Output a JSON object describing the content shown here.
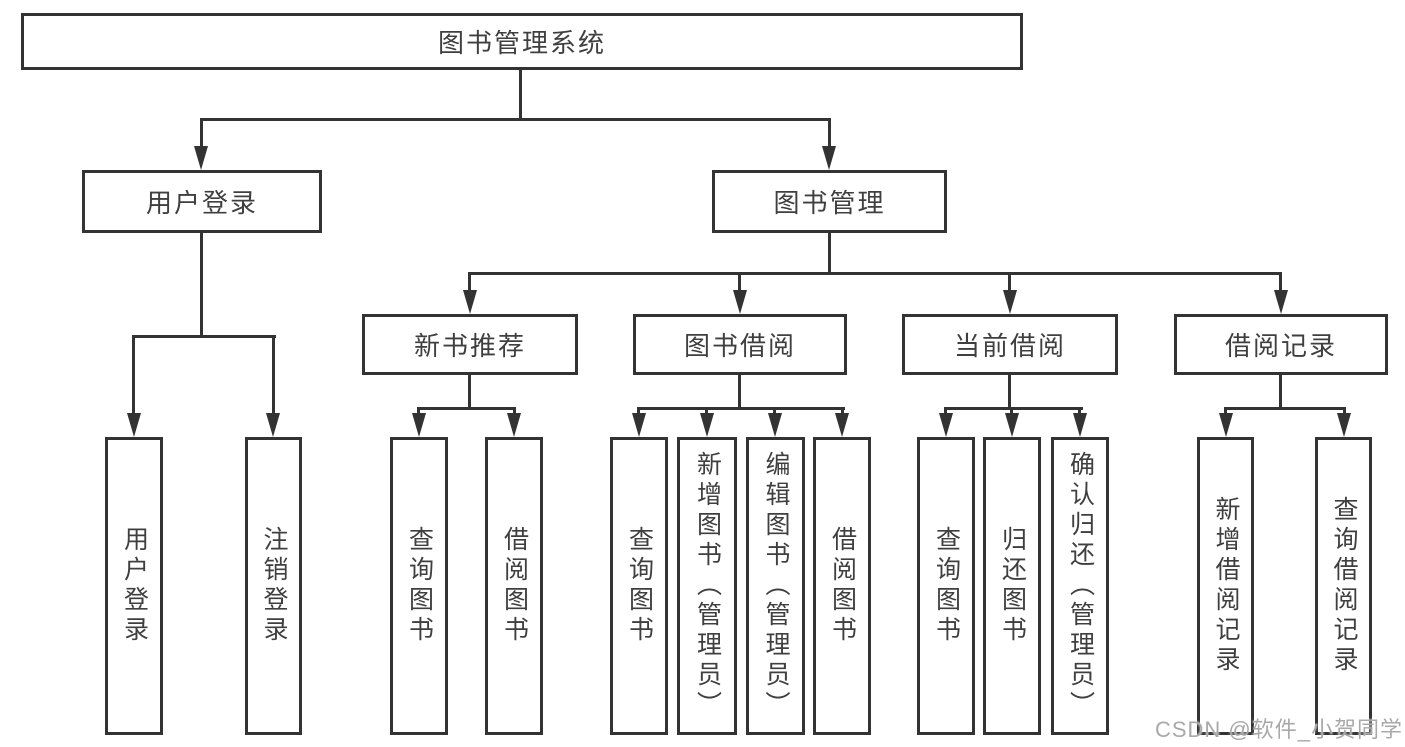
{
  "diagram_type": "hierarchy-tree",
  "nodes": {
    "root": "图书管理系统",
    "user_login": "用户登录",
    "book_mgmt": "图书管理",
    "new_book": "新书推荐",
    "borrow": "图书借阅",
    "current": "当前借阅",
    "record": "借阅记录",
    "leaves": {
      "user_login": [
        "用户登录",
        "注销登录"
      ],
      "new_book": [
        "查询图书",
        "借阅图书"
      ],
      "borrow": [
        "查询图书",
        "新增图书（管理员）",
        "编辑图书（管理员）",
        "借阅图书"
      ],
      "current": [
        "查询图书",
        "归还图书",
        "确认归还（管理员）"
      ],
      "record": [
        "新增借阅记录",
        "查询借阅记录"
      ]
    }
  },
  "watermark": "CSDN @软件_小贺同学",
  "colors": {
    "line": "#333333",
    "text": "#3f3f3f",
    "watermark": "#a9a9a9",
    "background": "#ffffff"
  }
}
